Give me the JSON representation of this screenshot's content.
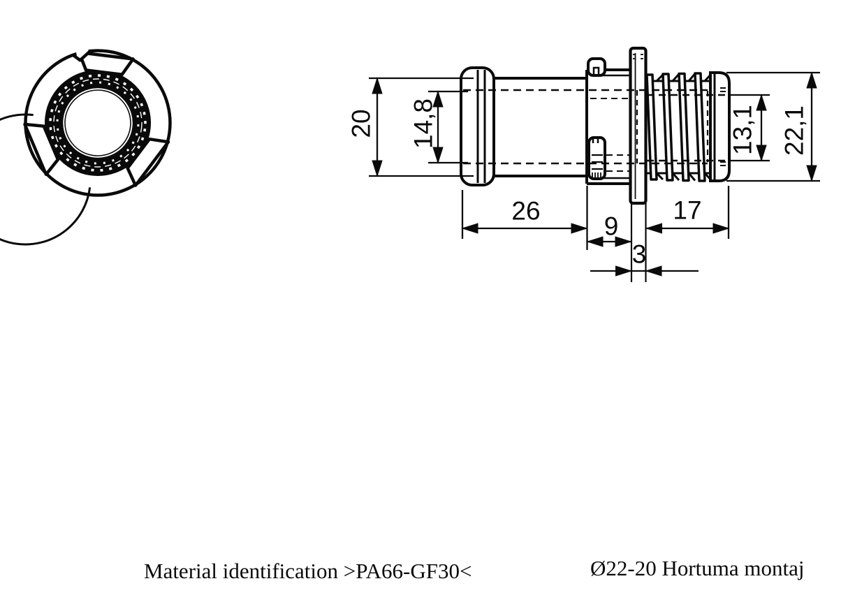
{
  "page": {
    "background": "#ffffff",
    "line_color": "#000000"
  },
  "drawing": {
    "dimensions": {
      "tube_od": "20",
      "tube_id": "14,8",
      "barb_bore": "13,1",
      "barb_od": "22,1",
      "tube_length": "26",
      "groove_width": "9",
      "flange_thickness": "3",
      "barb_length": "17"
    },
    "notes": {
      "material": "Material identification >PA66-GF30<",
      "title": "Ø22-20 Hortuma montaj"
    }
  }
}
